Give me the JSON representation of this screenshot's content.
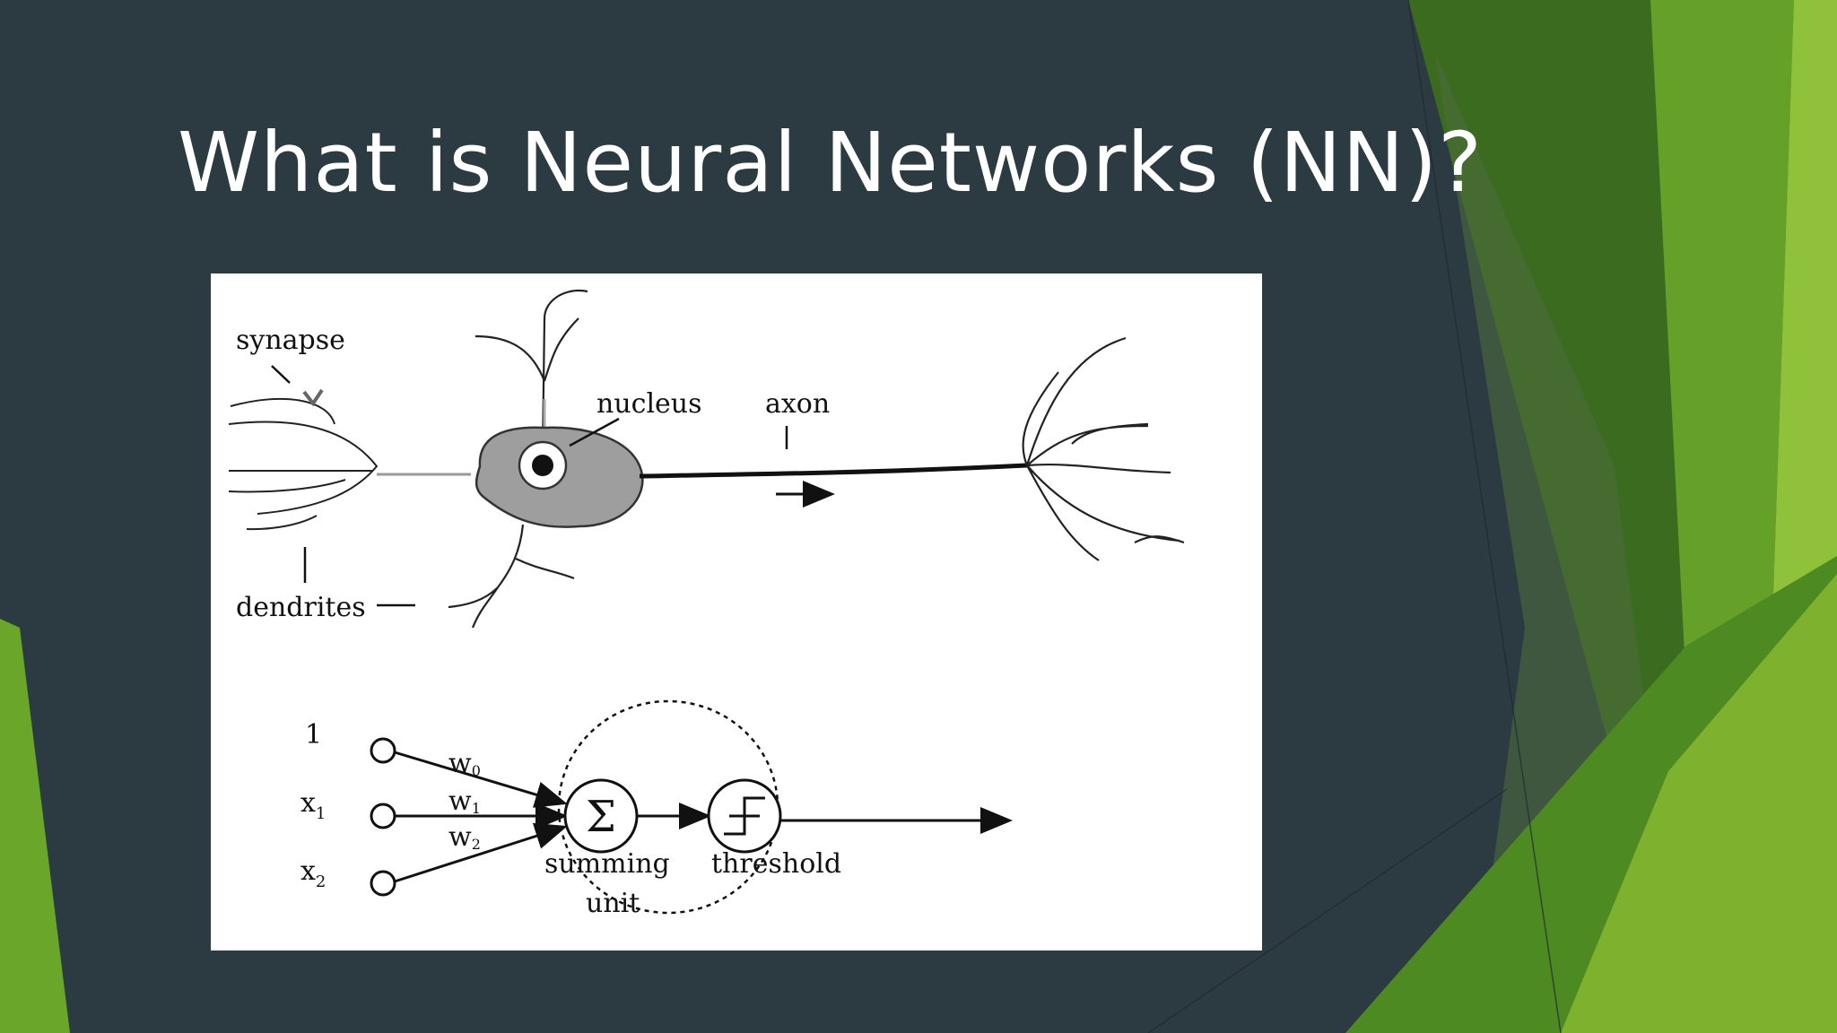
{
  "slide": {
    "title": "What is Neural Networks (NN)?"
  },
  "colors": {
    "background": "#2c3a42",
    "green_dark": "#3b6b1f",
    "green_mid": "#4e8a22",
    "green_light": "#7db12e",
    "green_bright": "#8fc13b"
  },
  "neuron_diagram": {
    "labels": {
      "synapse": "synapse",
      "nucleus": "nucleus",
      "axon": "axon",
      "dendrites": "dendrites"
    }
  },
  "perceptron_diagram": {
    "inputs": {
      "bias": "1",
      "x1": "x",
      "x1_sub": "1",
      "x2": "x",
      "x2_sub": "2"
    },
    "weights": {
      "w0": "w",
      "w0_sub": "0",
      "w1": "w",
      "w1_sub": "1",
      "w2": "w",
      "w2_sub": "2"
    },
    "sum_symbol": "Σ",
    "summing_label_1": "summing",
    "summing_label_2": "unit",
    "threshold_label": "threshold"
  }
}
